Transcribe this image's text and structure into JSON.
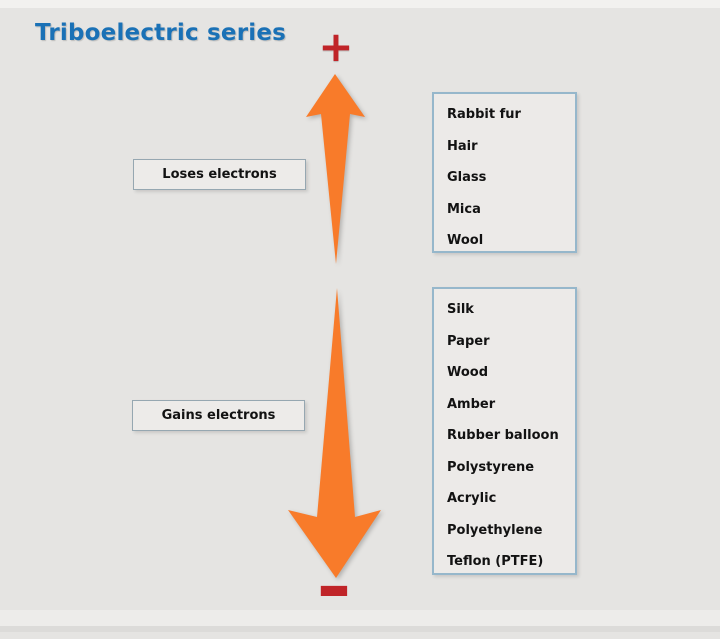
{
  "title": "Triboelectric series",
  "polarity": {
    "positive": "+",
    "negative": "−"
  },
  "labels": {
    "loses": "Loses electrons",
    "gains": "Gains electrons"
  },
  "materials": {
    "loses_electrons": [
      "Rabbit fur",
      "Hair",
      "Glass",
      "Mica",
      "Wool"
    ],
    "gains_electrons": [
      "Silk",
      "Paper",
      "Wood",
      "Amber",
      "Rubber balloon",
      "Polystyrene",
      "Acrylic",
      "Polyethylene",
      "Teflon (PTFE)"
    ]
  },
  "colors": {
    "title": "#1a71b6",
    "arrow": "#f87b2a",
    "polarity_sign": "#c02428",
    "box_border": "#96b7cb",
    "background": "#e5e4e2"
  }
}
